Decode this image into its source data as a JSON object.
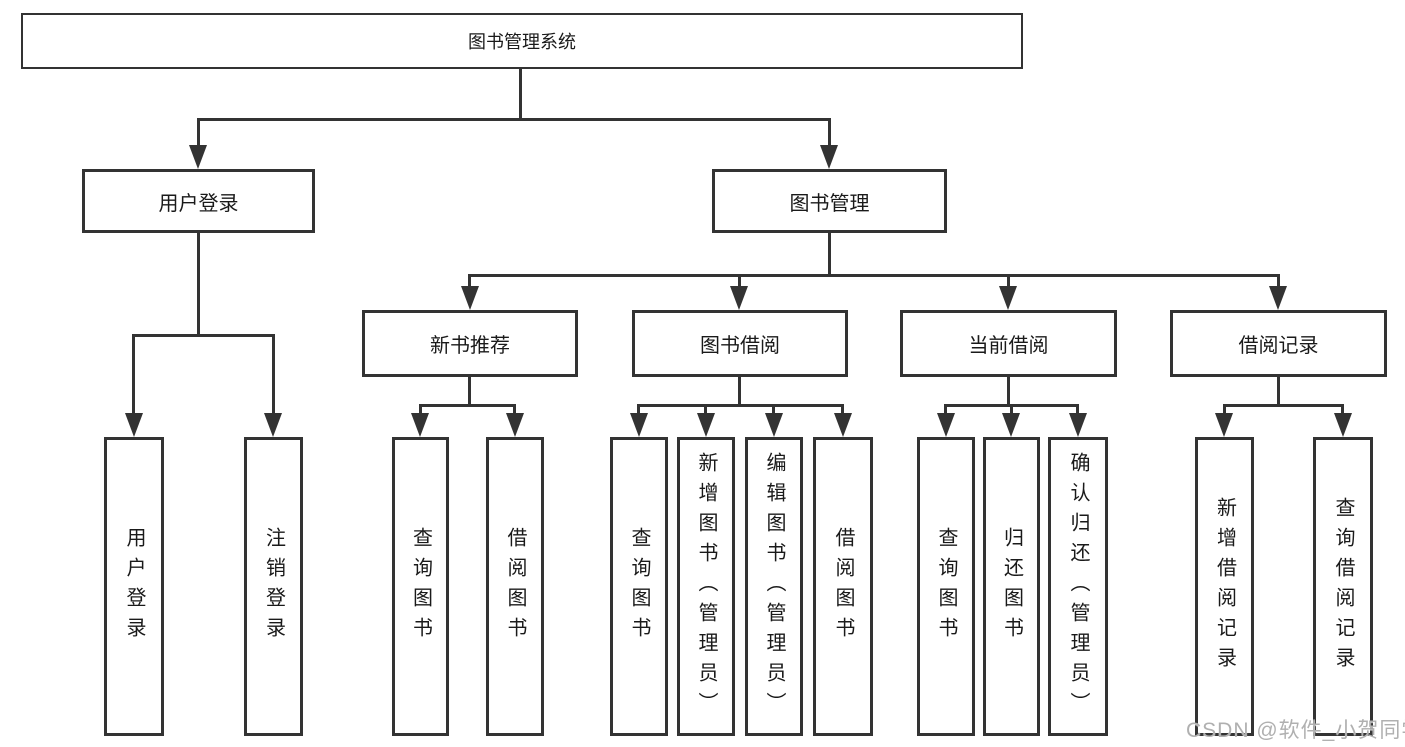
{
  "diagram_title": "图书管理系统",
  "tree": {
    "root": {
      "label": "图书管理系统",
      "children": [
        {
          "label": "用户登录",
          "children": [
            {
              "label": "用户登录"
            },
            {
              "label": "注销登录"
            }
          ]
        },
        {
          "label": "图书管理",
          "children": [
            {
              "label": "新书推荐",
              "children": [
                {
                  "label": "查询图书"
                },
                {
                  "label": "借阅图书"
                }
              ]
            },
            {
              "label": "图书借阅",
              "children": [
                {
                  "label": "查询图书"
                },
                {
                  "label": "新增图书（管理员）"
                },
                {
                  "label": "编辑图书（管理员）"
                },
                {
                  "label": "借阅图书"
                }
              ]
            },
            {
              "label": "当前借阅",
              "children": [
                {
                  "label": "查询图书"
                },
                {
                  "label": "归还图书"
                },
                {
                  "label": "确认归还（管理员）"
                }
              ]
            },
            {
              "label": "借阅记录",
              "children": [
                {
                  "label": "新增借阅记录"
                },
                {
                  "label": "查询借阅记录"
                }
              ]
            }
          ]
        }
      ]
    }
  },
  "watermark": {
    "text": "CSDN @软件_小贺同学"
  },
  "colors": {
    "line": "#333333",
    "text": "#1a1a1a",
    "box_background": "#ffffff",
    "page_background": "#ffffff",
    "watermark": "#b0b0b0"
  }
}
